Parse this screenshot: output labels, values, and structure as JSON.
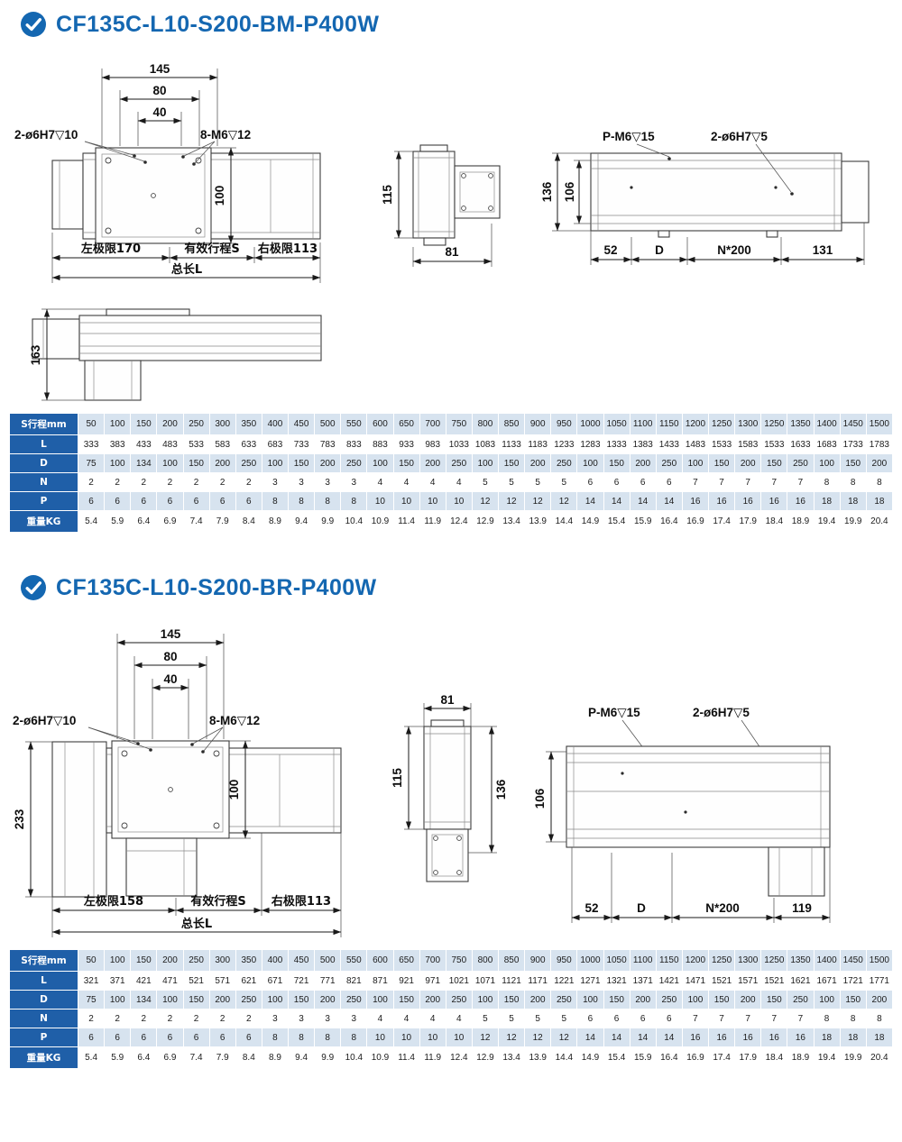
{
  "page": {
    "background": "#ffffff",
    "accent_blue": "#1467b1",
    "table_header_bg": "#1f5fa8",
    "table_tint": "#d7e3ef"
  },
  "sections": [
    {
      "title": "CF135C-L10-S200-BM-P400W",
      "drawing": {
        "d145": "145",
        "d80": "80",
        "d40": "40",
        "holes_a": "2-ø6H7▽10",
        "holes_b": "8-M6▽12",
        "d100": "100",
        "limit_left": "左极限170",
        "stroke_s": "有效行程S",
        "limit_right": "右极限113",
        "total_l": "总长L",
        "d115": "115",
        "d81": "81",
        "d136": "136",
        "d106": "106",
        "pm6": "P-M6▽15",
        "holes_c": "2-ø6H7▽5",
        "d52": "52",
        "dd": "D",
        "n200": "N*200",
        "dend": "131",
        "dheight": "163"
      },
      "table": {
        "rows": [
          {
            "key": "stroke",
            "label": "S行程mm",
            "values": [
              "50",
              "100",
              "150",
              "200",
              "250",
              "300",
              "350",
              "400",
              "450",
              "500",
              "550",
              "600",
              "650",
              "700",
              "750",
              "800",
              "850",
              "900",
              "950",
              "1000",
              "1050",
              "1100",
              "1150",
              "1200",
              "1250",
              "1300",
              "1250",
              "1350",
              "1400",
              "1450",
              "1500"
            ]
          },
          {
            "key": "L",
            "label": "L",
            "values": [
              "333",
              "383",
              "433",
              "483",
              "533",
              "583",
              "633",
              "683",
              "733",
              "783",
              "833",
              "883",
              "933",
              "983",
              "1033",
              "1083",
              "1133",
              "1183",
              "1233",
              "1283",
              "1333",
              "1383",
              "1433",
              "1483",
              "1533",
              "1583",
              "1533",
              "1633",
              "1683",
              "1733",
              "1783"
            ]
          },
          {
            "key": "D",
            "label": "D",
            "values": [
              "75",
              "100",
              "134",
              "100",
              "150",
              "200",
              "250",
              "100",
              "150",
              "200",
              "250",
              "100",
              "150",
              "200",
              "250",
              "100",
              "150",
              "200",
              "250",
              "100",
              "150",
              "200",
              "250",
              "100",
              "150",
              "200",
              "150",
              "250",
              "100",
              "150",
              "200"
            ]
          },
          {
            "key": "N",
            "label": "N",
            "values": [
              "2",
              "2",
              "2",
              "2",
              "2",
              "2",
              "2",
              "3",
              "3",
              "3",
              "3",
              "4",
              "4",
              "4",
              "4",
              "5",
              "5",
              "5",
              "5",
              "6",
              "6",
              "6",
              "6",
              "7",
              "7",
              "7",
              "7",
              "7",
              "8",
              "8",
              "8"
            ]
          },
          {
            "key": "P",
            "label": "P",
            "values": [
              "6",
              "6",
              "6",
              "6",
              "6",
              "6",
              "6",
              "8",
              "8",
              "8",
              "8",
              "10",
              "10",
              "10",
              "10",
              "12",
              "12",
              "12",
              "12",
              "14",
              "14",
              "14",
              "14",
              "16",
              "16",
              "16",
              "16",
              "16",
              "18",
              "18",
              "18"
            ]
          },
          {
            "key": "weight",
            "label": "重量KG",
            "values": [
              "5.4",
              "5.9",
              "6.4",
              "6.9",
              "7.4",
              "7.9",
              "8.4",
              "8.9",
              "9.4",
              "9.9",
              "10.4",
              "10.9",
              "11.4",
              "11.9",
              "12.4",
              "12.9",
              "13.4",
              "13.9",
              "14.4",
              "14.9",
              "15.4",
              "15.9",
              "16.4",
              "16.9",
              "17.4",
              "17.9",
              "18.4",
              "18.9",
              "19.4",
              "19.9",
              "20.4"
            ]
          }
        ]
      }
    },
    {
      "title": "CF135C-L10-S200-BR-P400W",
      "drawing": {
        "d145": "145",
        "d80": "80",
        "d40": "40",
        "holes_a": "2-ø6H7▽10",
        "holes_b": "8-M6▽12",
        "d100": "100",
        "limit_left": "左极限158",
        "stroke_s": "有效行程S",
        "limit_right": "右极限113",
        "total_l": "总长L",
        "d115": "115",
        "d81": "81",
        "d136": "136",
        "d106": "106",
        "pm6": "P-M6▽15",
        "holes_c": "2-ø6H7▽5",
        "d52": "52",
        "dd": "D",
        "n200": "N*200",
        "dend": "119",
        "dheight": "233"
      },
      "table": {
        "rows": [
          {
            "key": "stroke",
            "label": "S行程mm",
            "values": [
              "50",
              "100",
              "150",
              "200",
              "250",
              "300",
              "350",
              "400",
              "450",
              "500",
              "550",
              "600",
              "650",
              "700",
              "750",
              "800",
              "850",
              "900",
              "950",
              "1000",
              "1050",
              "1100",
              "1150",
              "1200",
              "1250",
              "1300",
              "1250",
              "1350",
              "1400",
              "1450",
              "1500"
            ]
          },
          {
            "key": "L",
            "label": "L",
            "values": [
              "321",
              "371",
              "421",
              "471",
              "521",
              "571",
              "621",
              "671",
              "721",
              "771",
              "821",
              "871",
              "921",
              "971",
              "1021",
              "1071",
              "1121",
              "1171",
              "1221",
              "1271",
              "1321",
              "1371",
              "1421",
              "1471",
              "1521",
              "1571",
              "1521",
              "1621",
              "1671",
              "1721",
              "1771"
            ]
          },
          {
            "key": "D",
            "label": "D",
            "values": [
              "75",
              "100",
              "134",
              "100",
              "150",
              "200",
              "250",
              "100",
              "150",
              "200",
              "250",
              "100",
              "150",
              "200",
              "250",
              "100",
              "150",
              "200",
              "250",
              "100",
              "150",
              "200",
              "250",
              "100",
              "150",
              "200",
              "150",
              "250",
              "100",
              "150",
              "200"
            ]
          },
          {
            "key": "N",
            "label": "N",
            "values": [
              "2",
              "2",
              "2",
              "2",
              "2",
              "2",
              "2",
              "3",
              "3",
              "3",
              "3",
              "4",
              "4",
              "4",
              "4",
              "5",
              "5",
              "5",
              "5",
              "6",
              "6",
              "6",
              "6",
              "7",
              "7",
              "7",
              "7",
              "7",
              "8",
              "8",
              "8"
            ]
          },
          {
            "key": "P",
            "label": "P",
            "values": [
              "6",
              "6",
              "6",
              "6",
              "6",
              "6",
              "6",
              "8",
              "8",
              "8",
              "8",
              "10",
              "10",
              "10",
              "10",
              "12",
              "12",
              "12",
              "12",
              "14",
              "14",
              "14",
              "14",
              "16",
              "16",
              "16",
              "16",
              "16",
              "18",
              "18",
              "18"
            ]
          },
          {
            "key": "weight",
            "label": "重量KG",
            "values": [
              "5.4",
              "5.9",
              "6.4",
              "6.9",
              "7.4",
              "7.9",
              "8.4",
              "8.9",
              "9.4",
              "9.9",
              "10.4",
              "10.9",
              "11.4",
              "11.9",
              "12.4",
              "12.9",
              "13.4",
              "13.9",
              "14.4",
              "14.9",
              "15.4",
              "15.9",
              "16.4",
              "16.9",
              "17.4",
              "17.9",
              "18.4",
              "18.9",
              "19.4",
              "19.9",
              "20.4"
            ]
          }
        ]
      }
    }
  ]
}
